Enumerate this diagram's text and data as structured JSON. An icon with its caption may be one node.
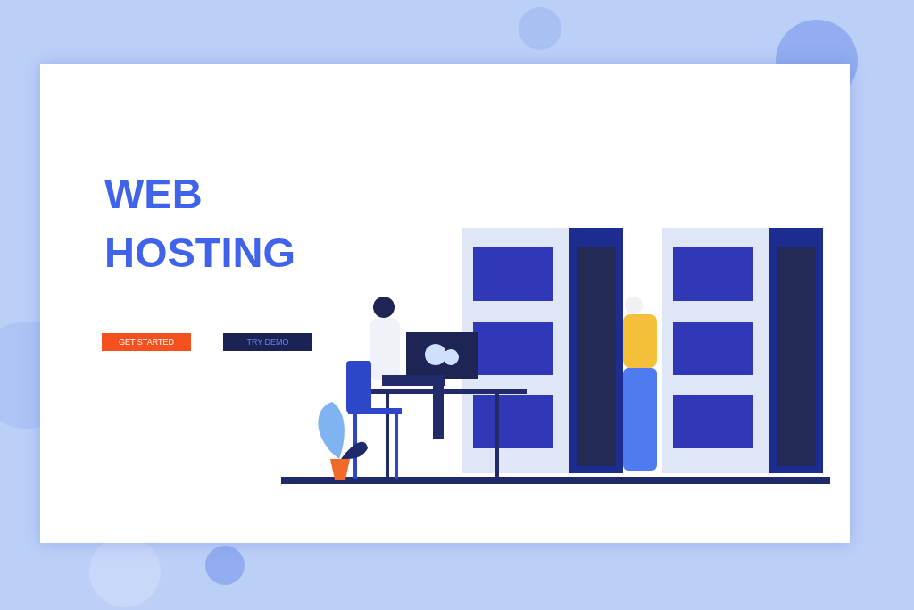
{
  "diagram": {
    "title": "WEB HOSTING",
    "labels": [
      "GET STARTED",
      "TRY DEMO"
    ]
  }
}
